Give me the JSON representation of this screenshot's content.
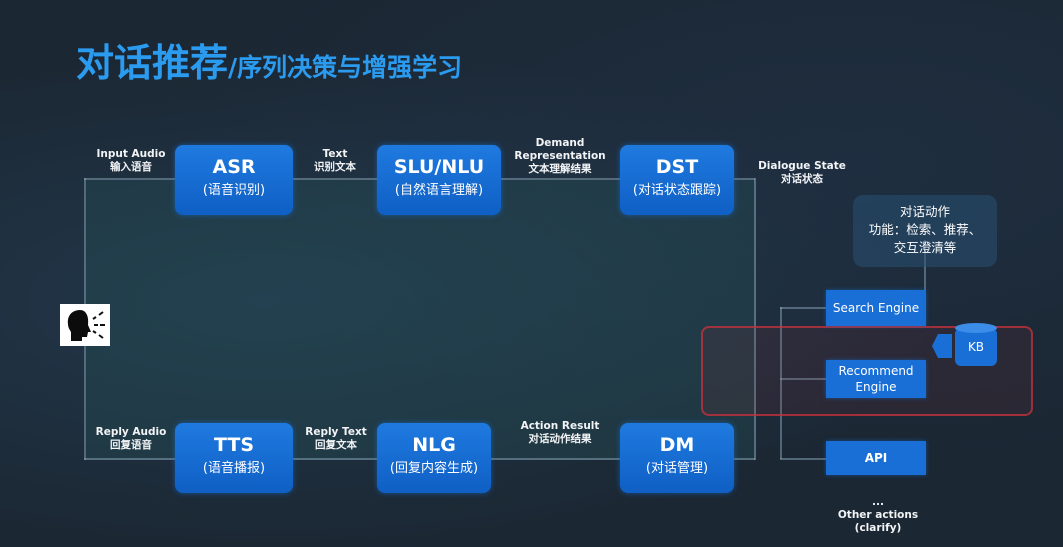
{
  "title": {
    "main": "对话推荐",
    "sub": "/序列决策与增强学习"
  },
  "modules": {
    "asr": {
      "name": "ASR",
      "desc": "(语音识别)"
    },
    "slu": {
      "name": "SLU/NLU",
      "desc": "(自然语言理解)"
    },
    "dst": {
      "name": "DST",
      "desc": "(对话状态跟踪)"
    },
    "tts": {
      "name": "TTS",
      "desc": "(语音播报)"
    },
    "nlg": {
      "name": "NLG",
      "desc": "(回复内容生成)"
    },
    "dm": {
      "name": "DM",
      "desc": "(对话管理)"
    }
  },
  "labels": {
    "input_audio": {
      "en": "Input Audio",
      "zh": "输入语音"
    },
    "text": {
      "en": "Text",
      "zh": "识别文本"
    },
    "demand": {
      "en1": "Demand",
      "en2": "Representation",
      "zh": "文本理解结果"
    },
    "dialogue_state": {
      "en": "Dialogue State",
      "zh": "对话状态"
    },
    "reply_audio": {
      "en": "Reply Audio",
      "zh": "回复语音"
    },
    "reply_text": {
      "en": "Reply Text",
      "zh": "回复文本"
    },
    "action_result": {
      "en": "Action Result",
      "zh": "对话动作结果"
    }
  },
  "action_card": {
    "line1": "对话动作",
    "line2": "功能：检索、推荐、",
    "line3": "交互澄清等"
  },
  "actions": {
    "search": "Search Engine",
    "recommend1": "Recommend",
    "recommend2": "Engine",
    "api": "API",
    "kb": "KB",
    "other_dots": "...",
    "other1": "Other actions",
    "other2": "(clarify)"
  },
  "colors": {
    "title": "#2b9bf0",
    "module": "#1a6fd6",
    "frame": "#c8323c"
  },
  "icons": {
    "speaker": "speaking-head-icon",
    "database": "database-icon"
  }
}
